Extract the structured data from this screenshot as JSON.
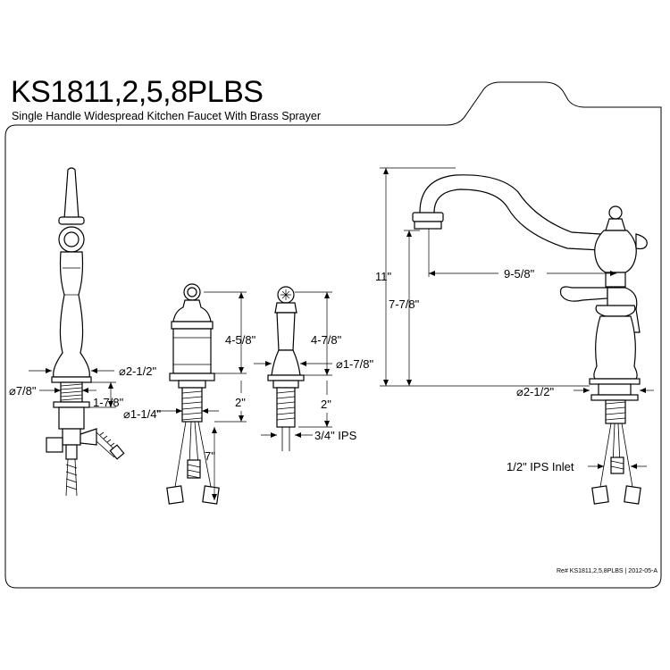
{
  "header": {
    "model": "KS1811,2,5,8PLBS",
    "description": "Single Handle Widespread Kitchen Faucet With Brass Sprayer"
  },
  "left_view": {
    "top_diameter": "⌀2-1/2\"",
    "side_diameter": "⌀7/8\"",
    "shank_length": "1-7/8\""
  },
  "handle_view": {
    "height": "4-5/8\"",
    "thread_height": "2\"",
    "diameter": "⌀1-1/4\"",
    "hose_length": "7\""
  },
  "sprayer_view": {
    "height": "4-7/8\"",
    "diameter": "⌀1-7/8\"",
    "thread_height": "2\"",
    "ips": "3/4\" IPS"
  },
  "spout_view": {
    "total_height": "11\"",
    "spout_height": "7-7/8\"",
    "reach": "9-5/8\"",
    "base_diameter": "⌀2-1/2\"",
    "inlet": "1/2\" IPS Inlet"
  },
  "footer": {
    "revision": "Re# KS1811,2,5,8PLBS | 2012-05-A"
  }
}
